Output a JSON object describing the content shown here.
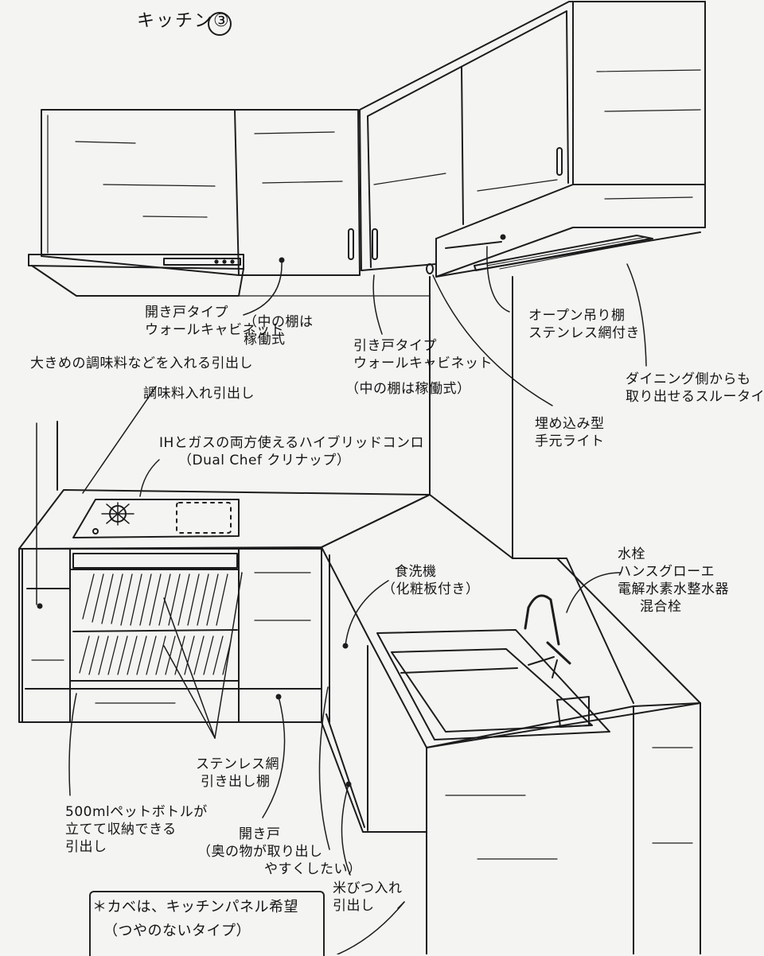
{
  "title": "キッチン③",
  "labels": {
    "hinged_wall_cabinet": [
      "開き戸タイプ",
      "ウォールキャビネット"
    ],
    "shelf_movable_1": [
      "（中の棚は",
      "稼働式"
    ],
    "sliding_wall_cabinet": [
      "引き戸タイプ",
      "ウォールキャビネット"
    ],
    "shelf_movable_2": "（中の棚は稼働式）",
    "open_shelf": [
      "オープン吊り棚",
      "ステンレス網付き"
    ],
    "slide_type": [
      "ダイニング側からも",
      "取り出せるスルータイプ"
    ],
    "light": [
      "埋め込み型",
      "手元ライト"
    ],
    "seasoning_large": "大きめの調味料などを入れる引出し",
    "seasoning": "調味料入れ引出し",
    "hybrid_stove": [
      "IHとガスの両方使えるハイブリッドコンロ",
      "（Dual Chef クリナップ）"
    ],
    "dishwasher": [
      "食洗機",
      "（化粧板付き）"
    ],
    "faucet": [
      "水栓",
      "ハンスグローエ",
      "電解水素水整水器",
      "混合栓"
    ],
    "stainless_shelf": [
      "ステンレス網",
      "引き出し棚"
    ],
    "bottle_drawer": [
      "500mlペットボトルが",
      "立てて収納できる",
      "引出し"
    ],
    "hinged_door": [
      "開き戸",
      "（奥の物が取り出し",
      "やすくしたい）"
    ],
    "rice_bin": [
      "米びつ入れ",
      "引出し"
    ],
    "wall_note": [
      "＊カベは、キッチンパネル希望",
      "（つやのないタイプ）"
    ]
  }
}
